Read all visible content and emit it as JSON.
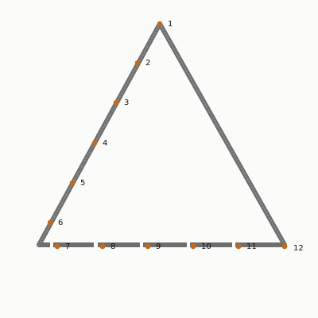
{
  "diagram": {
    "shape": "triangle",
    "stroke_color": "#6e6e6e",
    "point_color": "#c56a1b",
    "points": [
      {
        "label": "1"
      },
      {
        "label": "2"
      },
      {
        "label": "3"
      },
      {
        "label": "4"
      },
      {
        "label": "5"
      },
      {
        "label": "6"
      },
      {
        "label": "7"
      },
      {
        "label": "8"
      },
      {
        "label": "9"
      },
      {
        "label": "10"
      },
      {
        "label": "11"
      },
      {
        "label": "12"
      }
    ]
  }
}
